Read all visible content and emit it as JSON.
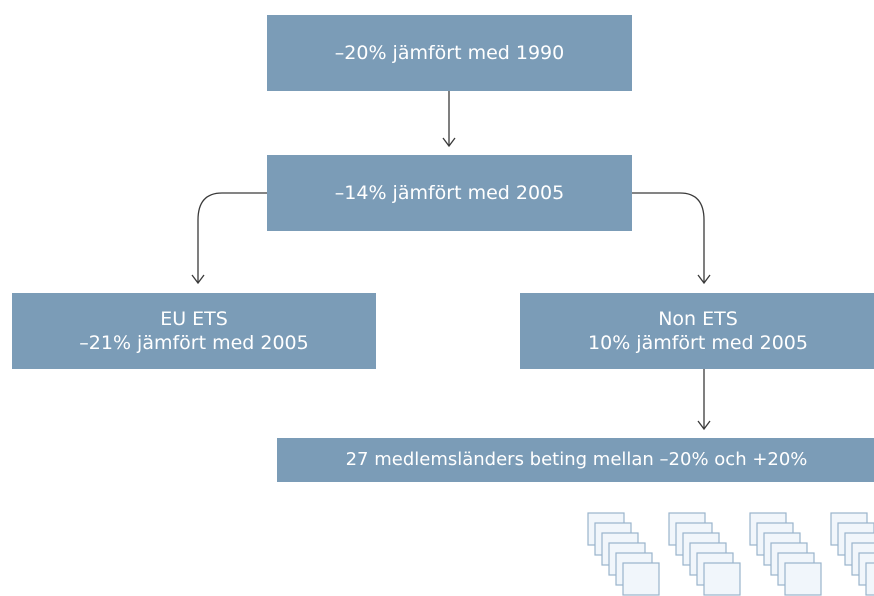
{
  "nodes": {
    "top": {
      "text": "–20% jämfört med 1990"
    },
    "middle": {
      "text": "–14% jämfört med 2005"
    },
    "left": {
      "title": "EU ETS",
      "text": "–21% jämfört med 2005"
    },
    "right": {
      "title": "Non ETS",
      "text": "10% jämfört med 2005"
    },
    "bottom": {
      "text": "27 medlemsländers beting mellan –20% och +20%"
    }
  },
  "edges": [
    {
      "from": "top",
      "to": "middle"
    },
    {
      "from": "middle",
      "to": "left"
    },
    {
      "from": "middle",
      "to": "right"
    },
    {
      "from": "right",
      "to": "bottom"
    }
  ],
  "colors": {
    "box_fill": "#7b9cb7",
    "box_text": "#ffffff",
    "arrow": "#3a3a3a",
    "deco_stroke": "#9ab3cc",
    "deco_fill": "#f1f6fb"
  },
  "decoration": {
    "icon": "stacked-pages-icon",
    "stacks": 4,
    "pages_per_stack": 6
  }
}
